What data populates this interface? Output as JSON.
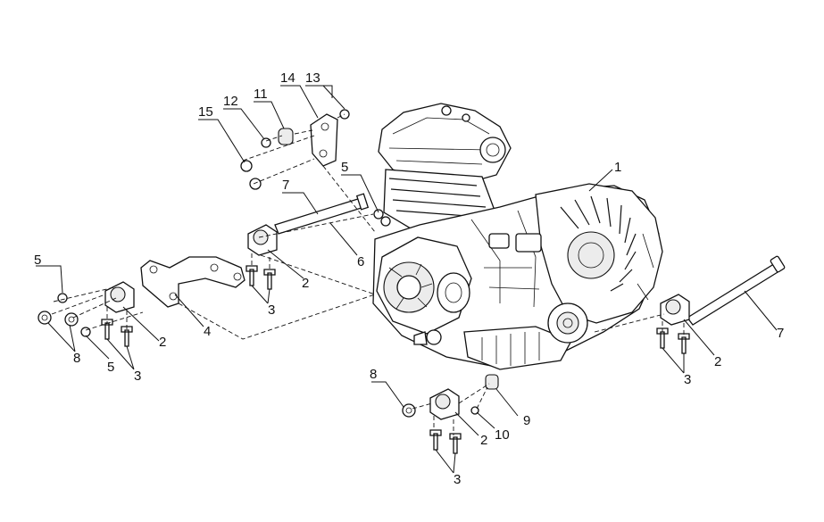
{
  "callouts": [
    {
      "id": "c1",
      "text": "1"
    },
    {
      "id": "c2a",
      "text": "2"
    },
    {
      "id": "c2b",
      "text": "2"
    },
    {
      "id": "c2c",
      "text": "2"
    },
    {
      "id": "c2d",
      "text": "2"
    },
    {
      "id": "c3a",
      "text": "3"
    },
    {
      "id": "c3b",
      "text": "3"
    },
    {
      "id": "c3c",
      "text": "3"
    },
    {
      "id": "c3d",
      "text": "3"
    },
    {
      "id": "c4",
      "text": "4"
    },
    {
      "id": "c5a",
      "text": "5"
    },
    {
      "id": "c5b",
      "text": "5"
    },
    {
      "id": "c5c",
      "text": "5"
    },
    {
      "id": "c6",
      "text": "6"
    },
    {
      "id": "c7a",
      "text": "7"
    },
    {
      "id": "c7b",
      "text": "7"
    },
    {
      "id": "c8a",
      "text": "8"
    },
    {
      "id": "c8b",
      "text": "8"
    },
    {
      "id": "c9",
      "text": "9"
    },
    {
      "id": "c10",
      "text": "10"
    },
    {
      "id": "c11",
      "text": "11"
    },
    {
      "id": "c12",
      "text": "12"
    },
    {
      "id": "c13",
      "text": "13"
    },
    {
      "id": "c14",
      "text": "14"
    },
    {
      "id": "c15",
      "text": "15"
    }
  ]
}
